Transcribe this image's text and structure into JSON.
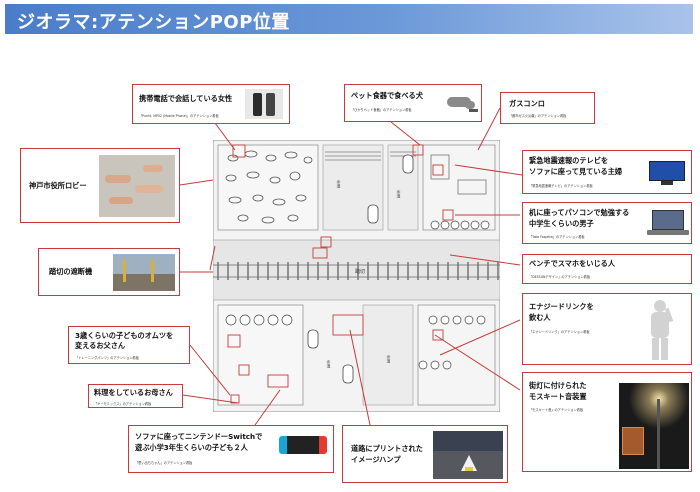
{
  "header": {
    "title": "ジオラマ:アテンションPOP位置"
  },
  "callouts": {
    "woman_phone": {
      "title": "携帯電話で会話している女性",
      "sub": "「Punkt. MP02 (Mobile Phone)」のアテンション看板"
    },
    "kobe_lobby": {
      "title": "神戸市役所ロビー"
    },
    "crossing": {
      "title": "踏切の遮断機"
    },
    "father_diaper": {
      "title1": "3歳くらいの子どものオムツを",
      "title2": "変えるお父さん",
      "sub": "「トレーニングパンツ」のアテンション看板"
    },
    "mother_cooking": {
      "title": "料理をしているお母さん",
      "sub": "「ヤーモミックス」のアテンション看板"
    },
    "switch_kids": {
      "title1": "ソファに座ってニンテンドーSwitchで",
      "title2": "遊ぶ小学3年生くらいの子ども２人",
      "sub": "「思い出ちちゃん」のアテンション看板"
    },
    "road_hump": {
      "title1": "道路にプリントされた",
      "title2": "イメージハンプ"
    },
    "pet_food": {
      "title": "ペット食器で食べる犬",
      "sub": "「ひかりペット食器」のアテンション看板"
    },
    "gas_stove": {
      "title": "ガスコンロ",
      "sub": "「都市ガス火災報」のアテンション看板"
    },
    "earthquake_tv": {
      "title1": "緊急地震速報のテレビを",
      "title2": "ソファに座って見ている主婦",
      "sub": "「緊急地震速報テレビ」のアテンション看板"
    },
    "student_pc": {
      "title1": "机に座ってパソコンで勉強する",
      "title2": "中学生くらいの男子",
      "sub": "「Take Fasjetta」のアテンション看板"
    },
    "bench_phone": {
      "title": "ベンチでスマホをいじる人",
      "sub": "「DESSUNデザイン」のアテンション看板"
    },
    "energy_drink": {
      "title1": "エナジードリンクを",
      "title2": "飲む人",
      "sub": "「エナジードリンク」のアテンション看板"
    },
    "mosquito": {
      "title1": "街灯に付けられた",
      "title2": "モスキート音装置",
      "sub": "「モスキート音」のアテンション看板"
    }
  },
  "map": {
    "crossing_label": "踏切",
    "street_labels": [
      "歩道",
      "歩道",
      "歩道",
      "歩道"
    ]
  },
  "colors": {
    "accent_red": "#c63b3b",
    "header_blue": "#4a7cc9"
  }
}
